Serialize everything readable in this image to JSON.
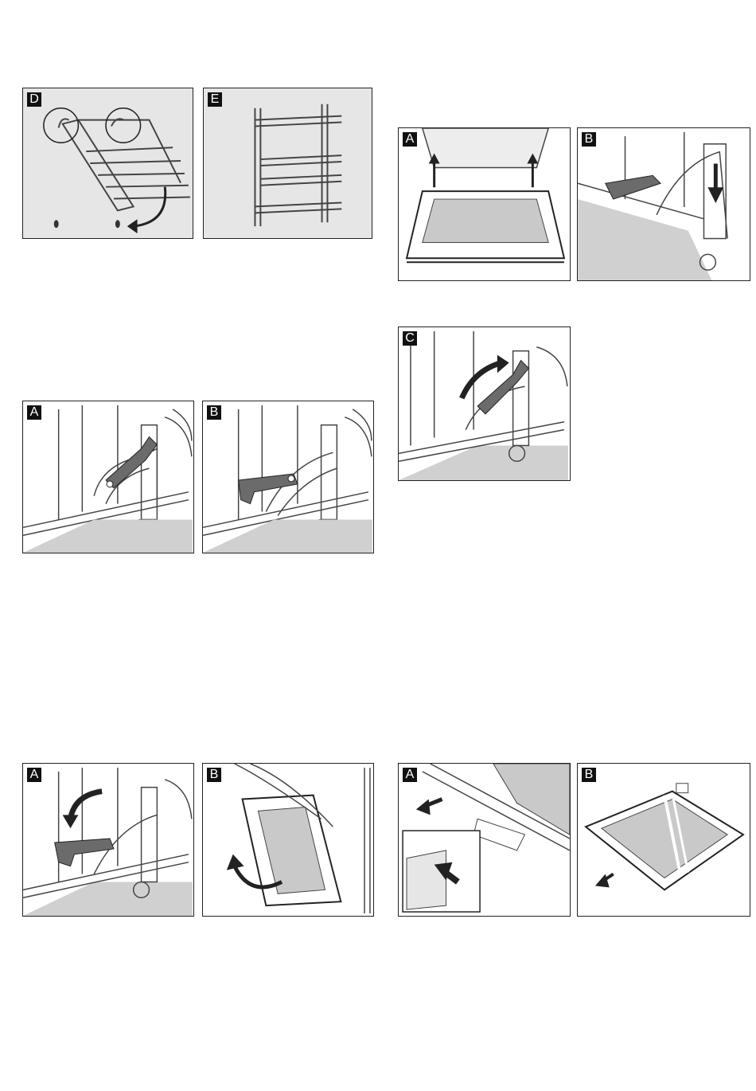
{
  "panels": [
    {
      "id": "rack-hooks",
      "letter": "D",
      "illustration": "shelf-rack-unhook"
    },
    {
      "id": "rack-front",
      "letter": "E",
      "illustration": "shelf-rack-front"
    },
    {
      "id": "hinge-lever-1",
      "letter": "A",
      "illustration": "hinge-lever-raised"
    },
    {
      "id": "hinge-lever-2",
      "letter": "B",
      "illustration": "hinge-lever-folded"
    },
    {
      "id": "door-remove",
      "letter": "A",
      "illustration": "oven-door-lift"
    },
    {
      "id": "hinge-lock",
      "letter": "B",
      "illustration": "hinge-lock-down"
    },
    {
      "id": "hinge-fold-back",
      "letter": "C",
      "illustration": "hinge-lever-fold-up"
    },
    {
      "id": "lever-close",
      "letter": "A",
      "illustration": "hinge-lever-fold-down"
    },
    {
      "id": "door-refit",
      "letter": "B",
      "illustration": "oven-door-refit"
    },
    {
      "id": "cover-remove",
      "letter": "A",
      "illustration": "door-cover-press-release"
    },
    {
      "id": "glass-remove",
      "letter": "B",
      "illustration": "door-glass-pane-out"
    }
  ],
  "colors": {
    "border": "#222222",
    "panel_bg": "#e6e6e6",
    "lever": "#6b6b6b",
    "glass": "#c9c9c9",
    "badge": "#111111"
  }
}
